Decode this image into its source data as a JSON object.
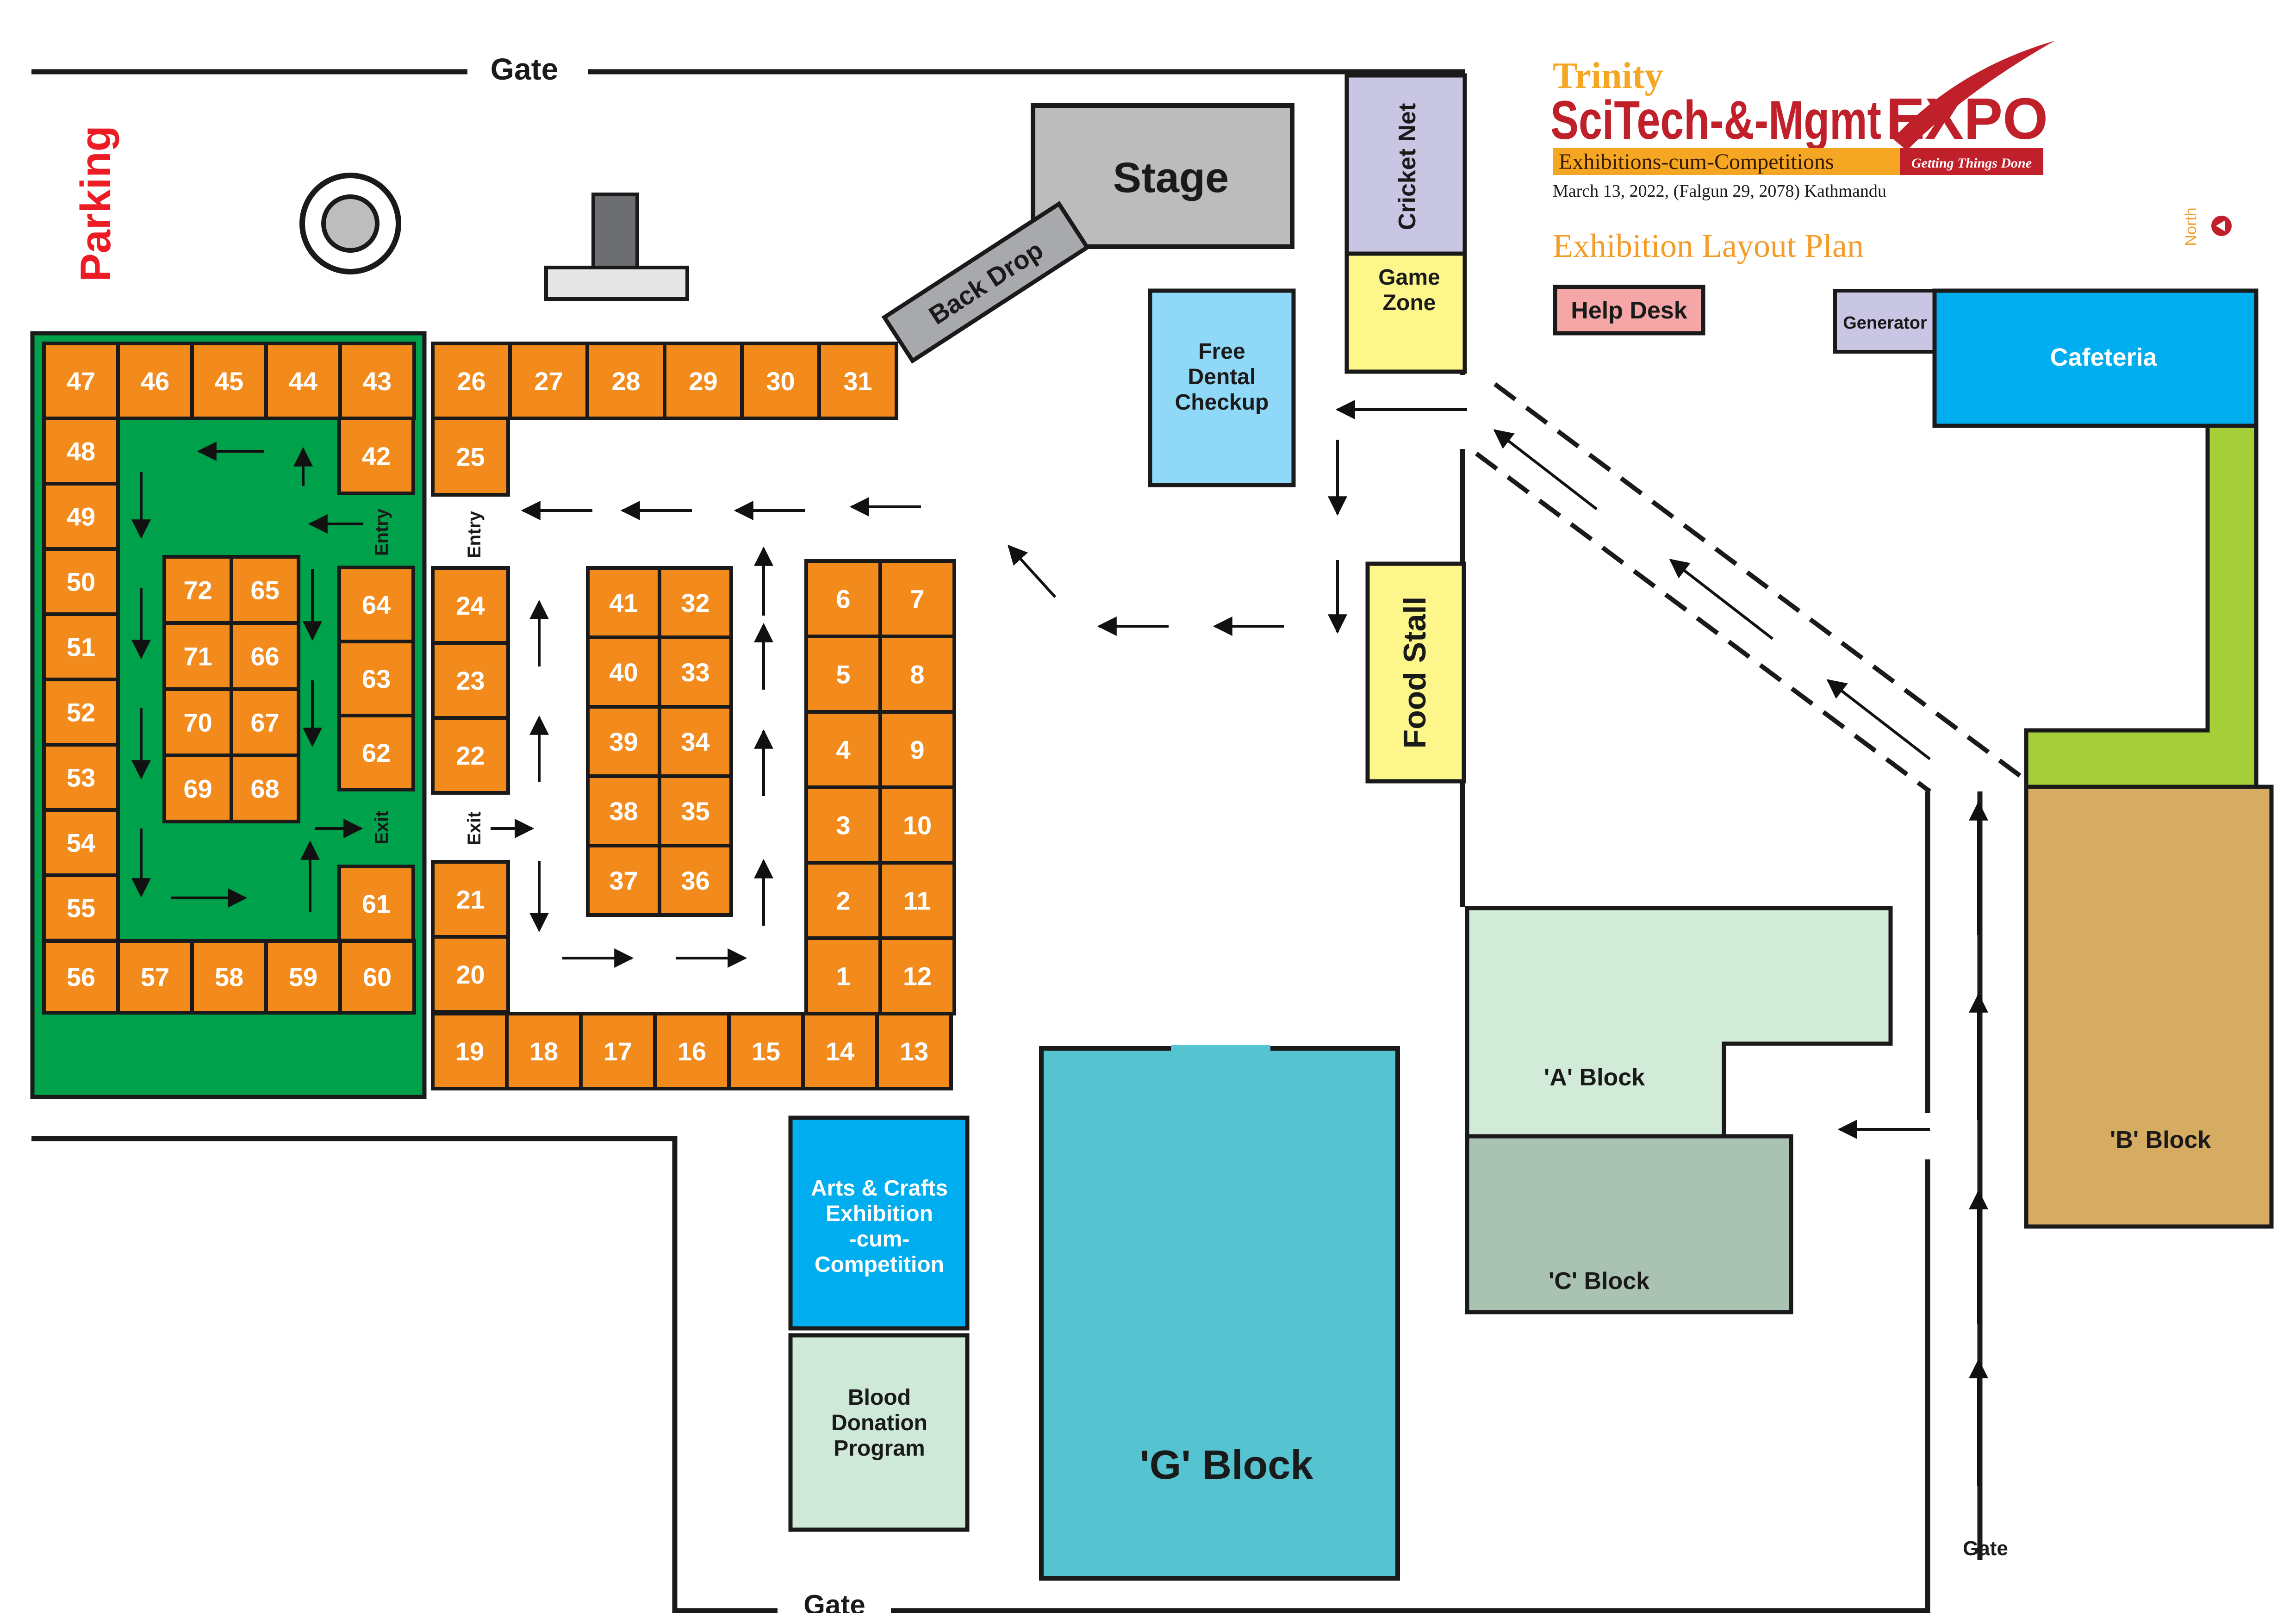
{
  "header": {
    "brand_top": "Trinity",
    "brand_main": "SciTech-&-Mgmt",
    "brand_expo": "EXPO",
    "subtitle": "Exhibitions-cum-Competitions",
    "tagline": "Getting Things Done",
    "date_line": "March 13, 2022, (Falgun 29, 2078) Kathmandu",
    "plan_title": "Exhibition Layout Plan",
    "north_label": "North"
  },
  "labels": {
    "gate_top": "Gate",
    "gate_bottom": "Gate",
    "gate_right": "Gate",
    "parking": "Parking",
    "stage": "Stage",
    "back_drop": "Back Drop",
    "cricket_net": "Cricket Net",
    "game_zone": [
      "Game",
      "Zone"
    ],
    "help_desk": "Help Desk",
    "generator": "Generator",
    "cafeteria": "Cafeteria",
    "free_dental": [
      "Free",
      "Dental",
      "Checkup"
    ],
    "food_stall": "Food Stall",
    "arts_crafts": [
      "Arts & Crafts",
      "Exhibition",
      "-cum-",
      "Competition"
    ],
    "blood_donation": [
      "Blood",
      "Donation",
      "Program"
    ],
    "a_block": "'A' Block",
    "b_block": "'B' Block",
    "c_block": "'C' Block",
    "g_block": "'G' Block",
    "entry_green": "Entry",
    "exit_green": "Exit",
    "entry_main": "Entry",
    "exit_main": "Exit"
  },
  "colors": {
    "stall": "#f28a1c",
    "green_zone": "#00a14b",
    "stage_gray": "#bcbcbc",
    "cricket_purple": "#c9c6e4",
    "game_yellow": "#fdf68a",
    "help_pink": "#f5a6a6",
    "cafeteria_blue": "#00aeef",
    "dental_blue": "#8fd8f8",
    "arts_blue": "#00aeef",
    "blood_green": "#cfe9d8",
    "a_block": "#d2ebd9",
    "c_block": "#a9c2b2",
    "b_block": "#d6ab62",
    "g_block": "#55c3d0",
    "lime": "#a6ce39",
    "brand_red": "#c0202a",
    "brand_gold": "#f5a623",
    "plan_orange": "#f39c2a",
    "parking_red": "#ed1c24"
  },
  "stalls": {
    "top_left_row": [
      "47",
      "46",
      "45",
      "44",
      "43"
    ],
    "left_column": [
      "48",
      "49",
      "50",
      "51",
      "52",
      "53",
      "54",
      "55"
    ],
    "bottom_left_row": [
      "56",
      "57",
      "58",
      "59",
      "60"
    ],
    "inner_right_column": [
      "42",
      "64",
      "63",
      "62",
      "61"
    ],
    "inner_left": [
      "72",
      "71",
      "70",
      "69"
    ],
    "inner_right": [
      "65",
      "66",
      "67",
      "68"
    ],
    "top_row": [
      "26",
      "27",
      "28",
      "29",
      "30",
      "31"
    ],
    "left_mid_top": [
      "25"
    ],
    "left_mid_column": [
      "24",
      "23",
      "22"
    ],
    "left_mid_bottom": [
      "21",
      "20"
    ],
    "bottom_row": [
      "19",
      "18",
      "17",
      "16",
      "15",
      "14",
      "13"
    ],
    "center_left": [
      "41",
      "40",
      "39",
      "38",
      "37"
    ],
    "center_right": [
      "32",
      "33",
      "34",
      "35",
      "36"
    ],
    "right_col_a": [
      "6",
      "5",
      "4",
      "3",
      "2",
      "1"
    ],
    "right_col_b": [
      "7",
      "8",
      "9",
      "10",
      "11",
      "12"
    ]
  }
}
